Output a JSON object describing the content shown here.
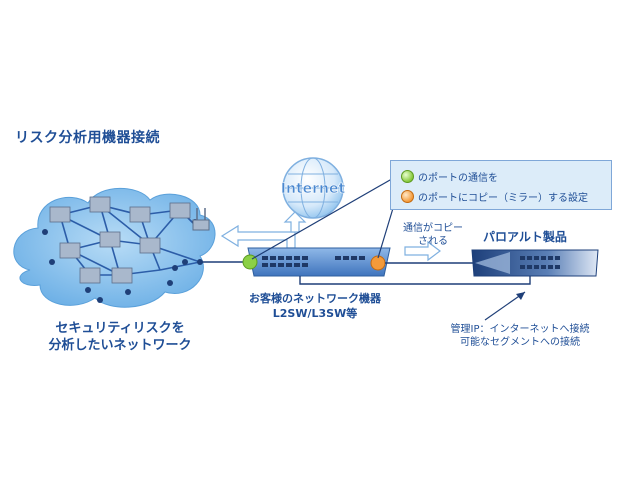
{
  "title": "リスク分析用機器接続",
  "internet_label": "Internet",
  "legend": {
    "green_text": "のポートの通信を",
    "orange_text": "のポートにコピー（ミラー）する設定"
  },
  "customer_device": {
    "line1": "お客様のネットワーク機器",
    "line2": "L2SW/L3SW等"
  },
  "copy_note": {
    "line1": "通信がコピー",
    "line2": "される"
  },
  "product_label": "パロアルト製品",
  "network_label": {
    "line1": "セキュリティリスクを",
    "line2": "分析したいネットワーク"
  },
  "mgmt_note": {
    "line1": "管理IP：インターネットへ接続",
    "line2": "可能なセグメントへの接続"
  },
  "colors": {
    "title": "#1f4e96",
    "cloud": "#8ec6ef",
    "switch": "#4f86cc",
    "legend_bg": "#dcecf9"
  }
}
